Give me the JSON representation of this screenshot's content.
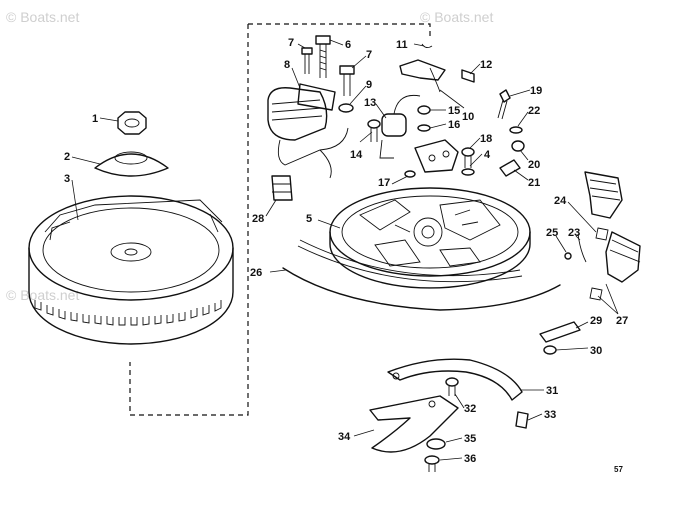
{
  "diagram": {
    "page_number": "57",
    "watermark": "© Boats.net",
    "callouts": {
      "c1": "1",
      "c2": "2",
      "c3": "3",
      "c4": "4",
      "c5": "5",
      "c6": "6",
      "c7a": "7",
      "c7b": "7",
      "c8": "8",
      "c9": "9",
      "c10": "10",
      "c11": "11",
      "c12": "12",
      "c13": "13",
      "c14": "14",
      "c15": "15",
      "c16": "16",
      "c17": "17",
      "c18": "18",
      "c19": "19",
      "c20": "20",
      "c21": "21",
      "c22": "22",
      "c23": "23",
      "c24": "24",
      "c25": "25",
      "c26": "26",
      "c27": "27",
      "c28": "28",
      "c29": "29",
      "c30": "30",
      "c31": "31",
      "c32": "32",
      "c33": "33",
      "c34": "34",
      "c35": "35",
      "c36": "36"
    }
  }
}
